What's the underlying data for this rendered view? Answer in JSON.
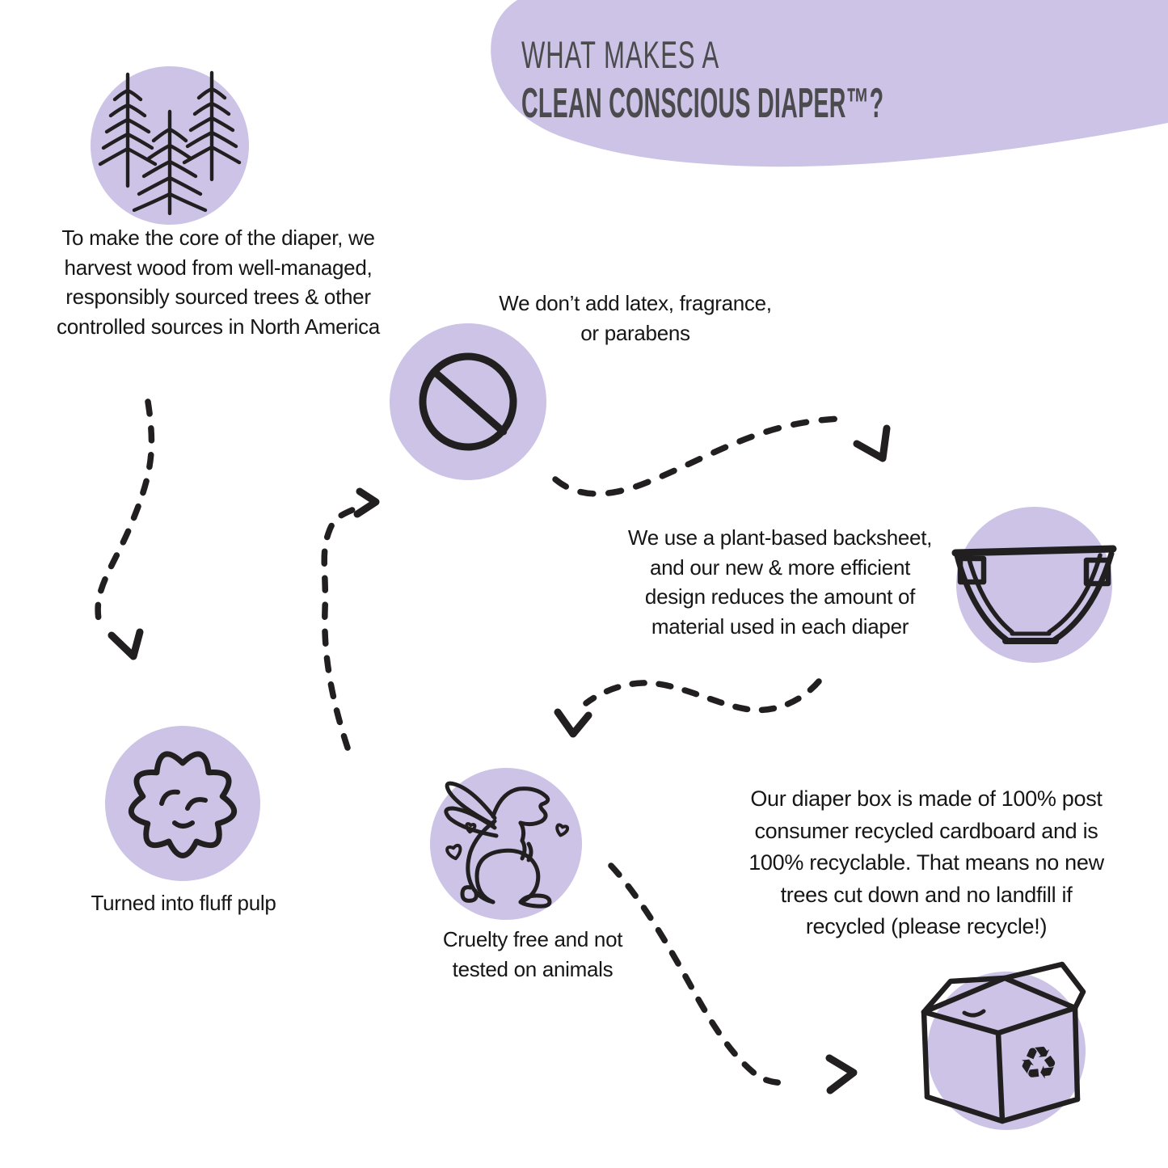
{
  "colors": {
    "background": "#ffffff",
    "lavender": "#ccc3e6",
    "ink": "#221f20",
    "title_text": "#4b4b4d"
  },
  "title": {
    "line1": "WHAT MAKES A",
    "line2": "CLEAN CONSCIOUS DIAPER™?"
  },
  "nodes": {
    "trees": {
      "icon": "pine-trees-icon",
      "lines": [
        "To make the core of the diaper, we",
        "harvest wood from well-managed,",
        "responsibly sourced trees & other",
        "controlled sources in North America"
      ]
    },
    "no_additives": {
      "icon": "no-symbol-icon",
      "lines": [
        "We don’t add latex, fragrance,",
        "or parabens"
      ]
    },
    "backsheet": {
      "icon": "diaper-icon",
      "lines": [
        "We use a plant-based backsheet,",
        "and our new & more efficient",
        "design reduces the amount of",
        "material used in each diaper"
      ]
    },
    "fluff": {
      "icon": "fluff-pulp-icon",
      "lines": [
        "Turned into fluff pulp"
      ]
    },
    "cruelty_free": {
      "icon": "bunny-icon",
      "lines": [
        "Cruelty free and not",
        "tested on animals"
      ]
    },
    "box": {
      "icon": "recycled-box-icon",
      "lines": [
        "Our diaper box is made of 100% post",
        "consumer recycled cardboard and is",
        "100% recyclable. That means no new",
        "trees cut down and no landfill if",
        "recycled (please recycle!)"
      ]
    }
  },
  "arrows": [
    "trees-to-fluff",
    "fluff-to-no-additives",
    "no-additives-to-backsheet",
    "backsheet-to-cruelty-free",
    "cruelty-free-to-box"
  ]
}
